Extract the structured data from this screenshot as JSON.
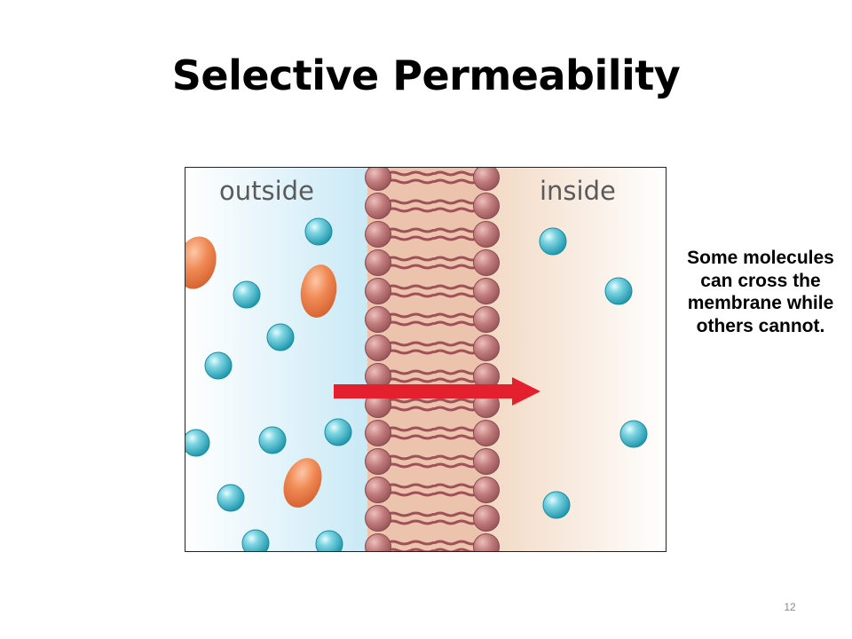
{
  "slide": {
    "title": "Selective Permeability",
    "caption": "Some molecules can cross the membrane while others cannot.",
    "page_number": "12"
  },
  "diagram": {
    "labels": {
      "outside": "outside",
      "inside": "inside"
    },
    "colors": {
      "outside_fluid": "#c9e9f6",
      "inside_fluid": "#f2d9c4",
      "membrane_core": "#ecc3ad",
      "phospholipid_head": "#c07b7b",
      "phospholipid_tail": "#a05058",
      "small_molecule": "#3bb6c8",
      "large_molecule": "#ee8a55",
      "arrow": "#e4202f"
    },
    "icons": {
      "small_molecule": "cyan-sphere-icon",
      "large_molecule": "orange-ellipse-icon",
      "transport_arrow": "right-arrow-icon"
    }
  }
}
